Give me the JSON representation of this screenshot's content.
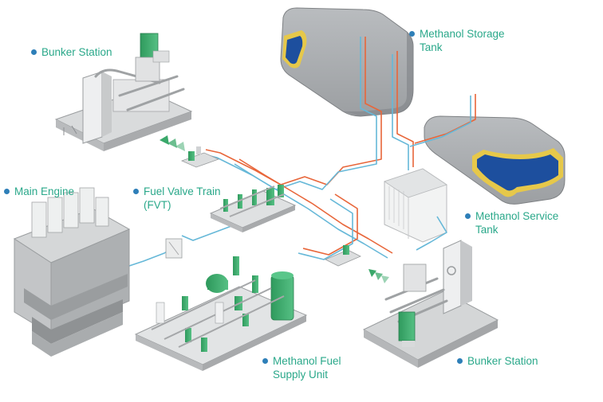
{
  "labels": {
    "bunker_station_top": "Bunker Station",
    "methanol_storage_tank_1": "Methanol Storage",
    "methanol_storage_tank_2": "Tank",
    "main_engine": "Main Engine",
    "fuel_valve_train_1": "Fuel Valve Train",
    "fuel_valve_train_2": "(FVT)",
    "methanol_service_tank_1": "Methanol Service",
    "methanol_service_tank_2": "Tank",
    "methanol_fuel_supply_unit_1": "Methanol Fuel",
    "methanol_fuel_supply_unit_2": "Supply Unit",
    "bunker_station_bottom": "Bunker Station"
  },
  "colors": {
    "label_text": "#2aa88a",
    "label_dot": "#2e7fb8",
    "pipe_orange": "#e8663a",
    "pipe_blue": "#66b8d8",
    "equipment_green": "#3aa86a",
    "tank_gray": "#9c9fa2",
    "tank_cutaway_blue": "#1d4f9e",
    "tank_cutaway_rim": "#e6c84a",
    "flow_arrow": "#3aa86a"
  }
}
